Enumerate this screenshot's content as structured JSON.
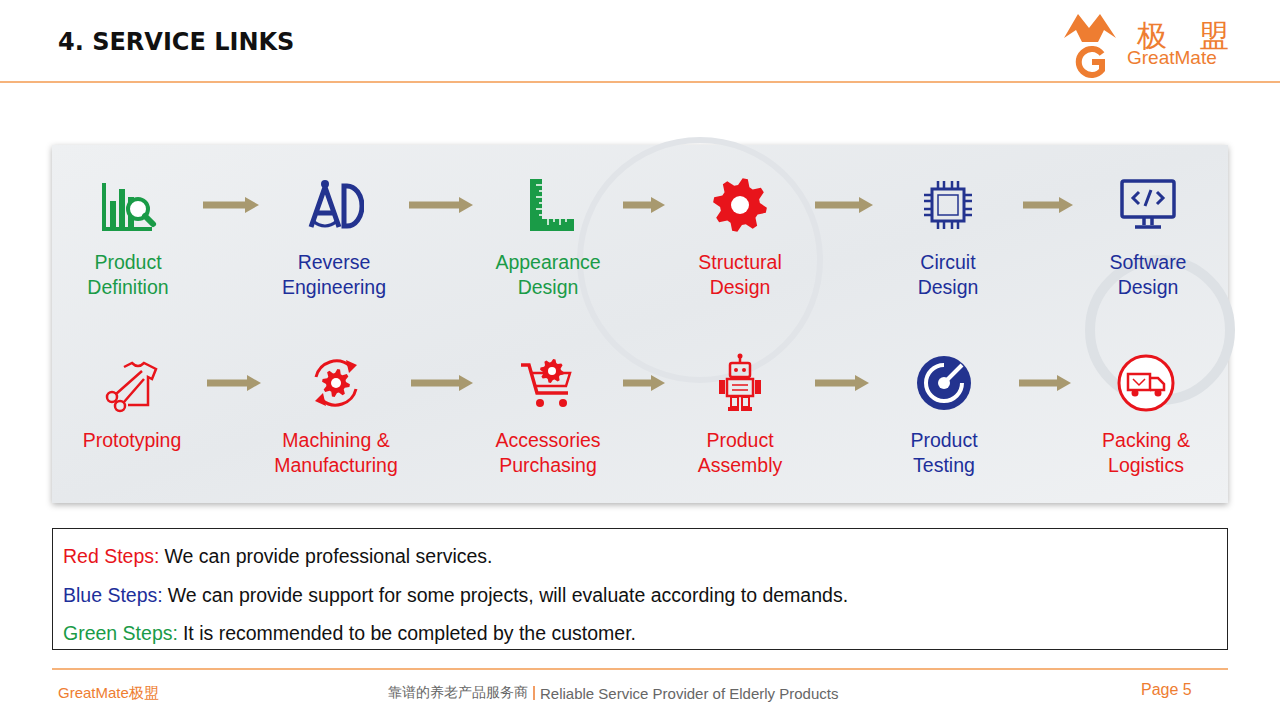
{
  "diagram": {
    "title": "4. SERVICE LINKS",
    "nodes": [
      {
        "text": [
          "Product Definition"
        ]
      },
      {
        "text": [
          "Reverse Engineering"
        ]
      },
      {
        "text": [
          "Appearance Design"
        ]
      },
      {
        "text": [
          "Structural Design"
        ]
      },
      {
        "text": [
          "Circuit Design"
        ]
      },
      {
        "text": [
          "Software Design"
        ]
      },
      {
        "text": [
          "Prototyping"
        ]
      },
      {
        "text": [
          "Machining & Manufacturing"
        ]
      },
      {
        "text": [
          "Accessories Purchasing"
        ]
      },
      {
        "text": [
          "Product Assembly"
        ]
      },
      {
        "text": [
          "Product Testing"
        ]
      },
      {
        "text": [
          "Packing & Logistics"
        ]
      }
    ],
    "edges": [
      {
        "from": 0,
        "to": 1,
        "arrow": "to"
      },
      {
        "from": 1,
        "to": 2,
        "arrow": "to"
      },
      {
        "from": 2,
        "to": 3,
        "arrow": "to"
      },
      {
        "from": 3,
        "to": 4,
        "arrow": "to"
      },
      {
        "from": 4,
        "to": 5,
        "arrow": "to"
      },
      {
        "from": 6,
        "to": 7,
        "arrow": "to"
      },
      {
        "from": 7,
        "to": 8,
        "arrow": "to"
      },
      {
        "from": 8,
        "to": 9,
        "arrow": "to"
      },
      {
        "from": 9,
        "to": 10,
        "arrow": "to"
      },
      {
        "from": 10,
        "to": 11,
        "arrow": "to"
      }
    ],
    "labels": [
      "Red Steps:",
      "Blue Steps:",
      "Green Steps:",
      "极",
      "盟",
      "GreatMate",
      "GreatMate极盟",
      "靠谱的养老产品服务商",
      "Reliable Service Provider of Elderly Products",
      "Page 5"
    ],
    "legend": [
      {
        "text": "We can provide professional services.",
        "color": "#e8141b"
      },
      {
        "text": "We can provide support for some projects, will evaluate according to demands.",
        "color": "#1d2f9a"
      },
      {
        "text": "It is recommended to be completed by the customer.",
        "color": "#1a9b47"
      }
    ]
  }
}
